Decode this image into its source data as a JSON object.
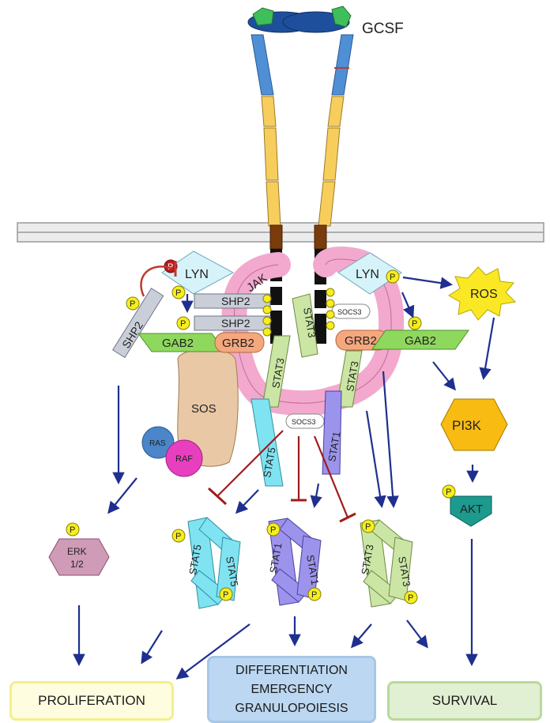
{
  "ligand": "GCSF",
  "kinases": {
    "lyn_left": "LYN",
    "lyn_right": "LYN",
    "jak": "JAK"
  },
  "adaptors": {
    "shp2_a": "SHP2",
    "shp2_b": "SHP2",
    "shp2_side": "SHP2",
    "gab2_left": "GAB2",
    "grb2_left": "GRB2",
    "grb2_right": "GRB2",
    "gab2_right": "GAB2",
    "sos": "SOS",
    "ras": "RAS",
    "raf": "RAF"
  },
  "socs": {
    "upper": "SOCS3",
    "lower": "SOCS3"
  },
  "stats": {
    "stat3_a": "STAT3",
    "stat3_b": "STAT3",
    "stat3_c": "STAT3",
    "stat5": "STAT5",
    "stat1": "STAT1"
  },
  "dimers": {
    "stat5": [
      "STAT5",
      "STAT5"
    ],
    "stat1": [
      "STAT1",
      "STAT1"
    ],
    "stat3": [
      "STAT3",
      "STAT3"
    ]
  },
  "erk": {
    "line1": "ERK",
    "line2": "1/2"
  },
  "ros": "ROS",
  "pi3k": "PI3K",
  "akt": "AKT",
  "phospho": "P",
  "outcomes": {
    "proliferation": "PROLIFERATION",
    "differentiation": [
      "DIFFERENTIATION",
      "EMERGENCY",
      "GRANULOPOIESIS"
    ],
    "survival": "SURVIVAL"
  },
  "colors": {
    "arrow": "#1f2f8f",
    "inhibit": "#a01c1c",
    "lyn": "#d6f3fa",
    "jak": "#f2a9cd",
    "shp2": "#c9ced9",
    "gab2": "#8fd85e",
    "grb2": "#f5a77e",
    "sos": "#e9c8a6",
    "ras": "#4a86c9",
    "raf": "#e83fbf",
    "stat3": "#cbe6a4",
    "stat5": "#7fe3f2",
    "stat1": "#9c93ec",
    "ros": "#fbe825",
    "pi3k": "#f8bb12",
    "akt": "#1d9a8e",
    "erk": "#cf9bb7",
    "phospho": "#f6ee1e",
    "proliferation": "#fffde0",
    "differentiation": "#bcd7f1",
    "survival": "#e1efd2"
  }
}
